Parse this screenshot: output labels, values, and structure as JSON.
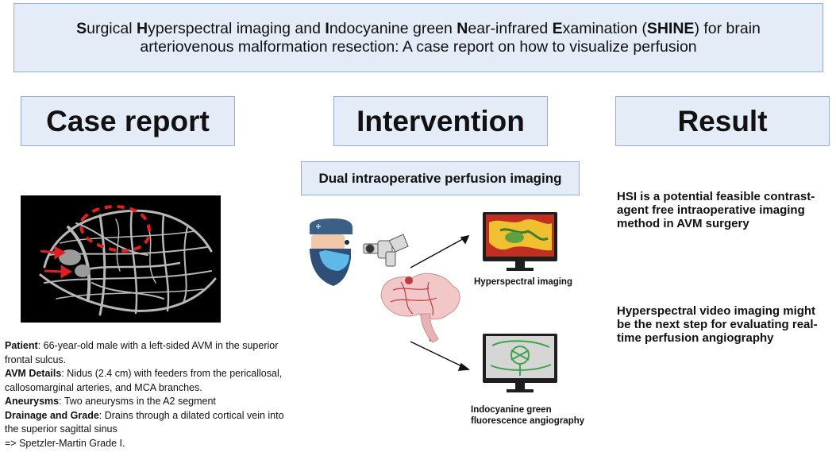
{
  "title": {
    "parts": [
      {
        "text": "S",
        "bold": true
      },
      {
        "text": "urgical ",
        "bold": false
      },
      {
        "text": "H",
        "bold": true
      },
      {
        "text": "yperspectral imaging and ",
        "bold": false
      },
      {
        "text": "I",
        "bold": true
      },
      {
        "text": "ndocyanine green ",
        "bold": false
      },
      {
        "text": "N",
        "bold": true
      },
      {
        "text": "ear-infrared ",
        "bold": false
      },
      {
        "text": "E",
        "bold": true
      },
      {
        "text": "xamination (",
        "bold": false
      },
      {
        "text": "SHINE",
        "bold": true
      },
      {
        "text": ") for brain arteriovenous malformation resection: A case report on how to visualize perfusion",
        "bold": false
      }
    ]
  },
  "headers": {
    "case_report": "Case report",
    "intervention": "Intervention",
    "result": "Result"
  },
  "intervention": {
    "label": "Dual intraoperative perfusion imaging",
    "hsi_caption": "Hyperspectral imaging",
    "icg_caption_line1": "Indocyanine green",
    "icg_caption_line2": "fluorescence angiography"
  },
  "case": {
    "patient_label": "Patient",
    "patient_text": ": 66-year-old male with a left-sided AVM in the superior frontal sulcus.",
    "avm_label": "AVM Details",
    "avm_text": ": Nidus (2.4 cm) with feeders from the pericallosal, callosomarginal arteries, and MCA branches.",
    "aneurysm_label": "Aneurysms",
    "aneurysm_text": ": Two aneurysms in the A2 segment",
    "drainage_label": "Drainage and Grade",
    "drainage_text": ": Drains through a dilated cortical vein into the superior sagittal sinus",
    "grade_text": "=> Spetzler-Martin Grade I."
  },
  "results": {
    "r1": "HSI is a potential feasible contrast-agent free intraoperative imaging method in AVM surgery",
    "r2": "Hyperspectral video imaging might be the next step for evaluating real-time perfusion angiography"
  },
  "colors": {
    "box_fill": "#e3ecf7",
    "box_border": "#8fb0da",
    "angio_marker": "#e02020",
    "icg_green": "#3fa34a"
  },
  "icons": [
    "surgeon-icon",
    "microscope-icon",
    "brain-icon",
    "monitor-icon"
  ]
}
